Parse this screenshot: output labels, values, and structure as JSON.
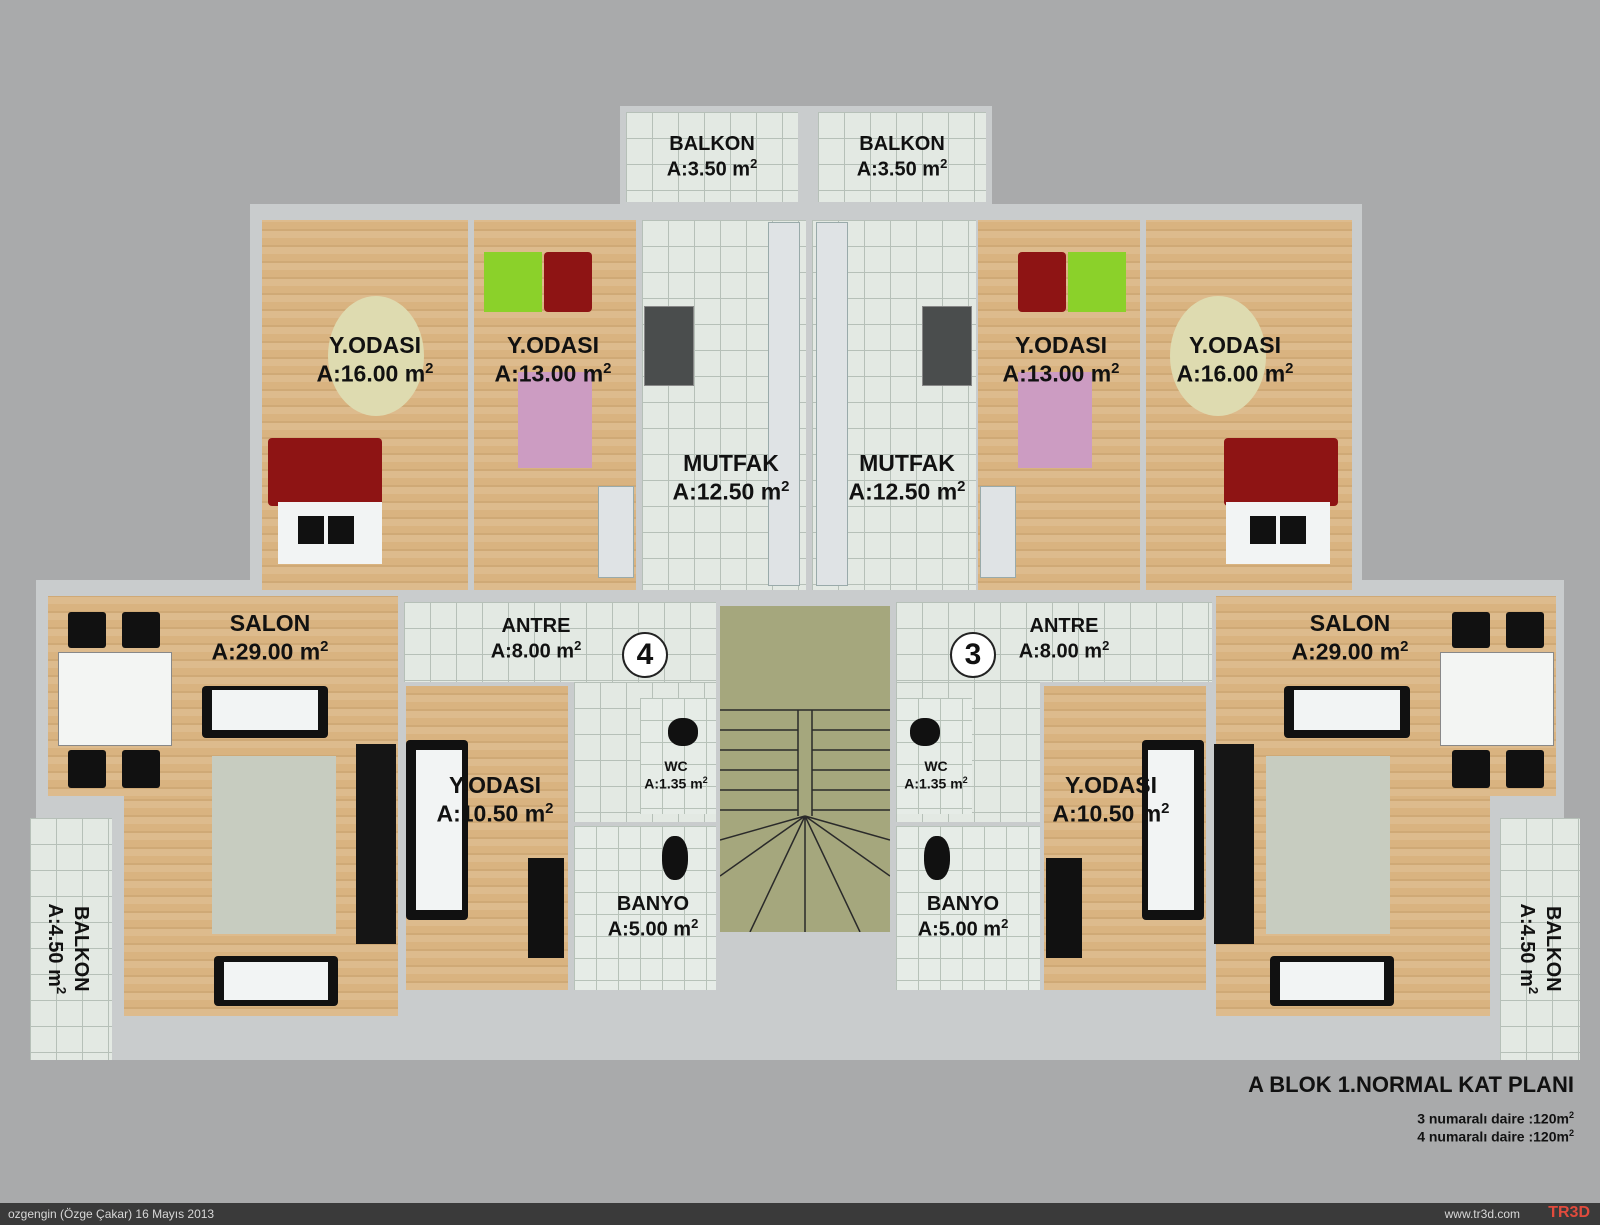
{
  "plan": {
    "title": "A BLOK 1.NORMAL KAT PLANI",
    "units": [
      {
        "number": "3",
        "text": "3 numaralı daire :120m",
        "sup": "2"
      },
      {
        "number": "4",
        "text": "4 numaralı daire :120m",
        "sup": "2"
      }
    ]
  },
  "rooms": {
    "balkon_top_left": {
      "name": "BALKON",
      "area": "A:3.50 m",
      "sup": "2"
    },
    "balkon_top_right": {
      "name": "BALKON",
      "area": "A:3.50 m",
      "sup": "2"
    },
    "yodasi16_left": {
      "name": "Y.ODASI",
      "area": "A:16.00 m",
      "sup": "2"
    },
    "yodasi13_left": {
      "name": "Y.ODASI",
      "area": "A:13.00 m",
      "sup": "2"
    },
    "mutfak_left": {
      "name": "MUTFAK",
      "area": "A:12.50 m",
      "sup": "2"
    },
    "mutfak_right": {
      "name": "MUTFAK",
      "area": "A:12.50 m",
      "sup": "2"
    },
    "yodasi13_right": {
      "name": "Y.ODASI",
      "area": "A:13.00 m",
      "sup": "2"
    },
    "yodasi16_right": {
      "name": "Y.ODASI",
      "area": "A:16.00 m",
      "sup": "2"
    },
    "salon_left": {
      "name": "SALON",
      "area": "A:29.00 m",
      "sup": "2"
    },
    "antre_left": {
      "name": "ANTRE",
      "area": "A:8.00 m",
      "sup": "2"
    },
    "antre_right": {
      "name": "ANTRE",
      "area": "A:8.00 m",
      "sup": "2"
    },
    "salon_right": {
      "name": "SALON",
      "area": "A:29.00 m",
      "sup": "2"
    },
    "wc_left": {
      "name": "WC",
      "area": "A:1.35 m",
      "sup": "2"
    },
    "wc_right": {
      "name": "WC",
      "area": "A:1.35 m",
      "sup": "2"
    },
    "yodasi105_left": {
      "name": "Y.ODASI",
      "area": "A:10.50 m",
      "sup": "2"
    },
    "yodasi105_right": {
      "name": "Y.ODASI",
      "area": "A:10.50 m",
      "sup": "2"
    },
    "banyo_left": {
      "name": "BANYO",
      "area": "A:5.00 m",
      "sup": "2"
    },
    "banyo_right": {
      "name": "BANYO",
      "area": "A:5.00 m",
      "sup": "2"
    },
    "balkon_side_left": {
      "name": "BALKON",
      "area": "A:4.50 m",
      "sup": "2"
    },
    "balkon_side_right": {
      "name": "BALKON",
      "area": "A:4.50 m",
      "sup": "2"
    }
  },
  "unit_markers": {
    "left": "4",
    "right": "3"
  },
  "footer": {
    "credit": "ozgengin (Özge Çakar)  16 Mayıs 2013",
    "site": "www.tr3d.com",
    "logo": "TR3D"
  },
  "colors": {
    "background": "#a9aaab",
    "wood": "#d9b380",
    "tile": "#e3e9e3",
    "bed": "#8e1414",
    "kids_green": "#8bd12a"
  }
}
